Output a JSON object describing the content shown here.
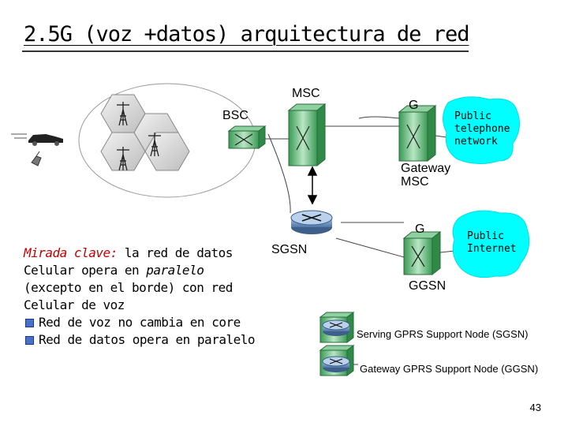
{
  "title": "2.5G (voz +datos) arquitectura de red",
  "labels": {
    "msc": "MSC",
    "bsc": "BSC",
    "g_top": "G",
    "gateway_line1": "Gateway",
    "gateway_line2": "MSC",
    "sgsn": "SGSN",
    "g_bottom": "G",
    "ggsn": "GGSN"
  },
  "clouds": {
    "telephone": [
      "Public",
      "telephone",
      "network"
    ],
    "internet": [
      "Public",
      "Internet"
    ]
  },
  "key_point": {
    "heading": "Mirada clave:",
    "lines": [
      " la red de datos",
      "Celular opera en ",
      "paralelo",
      "(excepto en el borde) con red",
      "Celular de voz"
    ],
    "bullets": [
      "Red de voz no cambia en core",
      "Red de datos opera en paralelo"
    ]
  },
  "legend": [
    "Serving GPRS Support Node (SGSN)",
    "Gateway GPRS Support Node (GGSN)"
  ],
  "page_number": "43",
  "colors": {
    "cloud": "#00ffff",
    "switch_box": "#3fae5e",
    "router": "#7aa0c8",
    "heading_red": "#c00000"
  }
}
